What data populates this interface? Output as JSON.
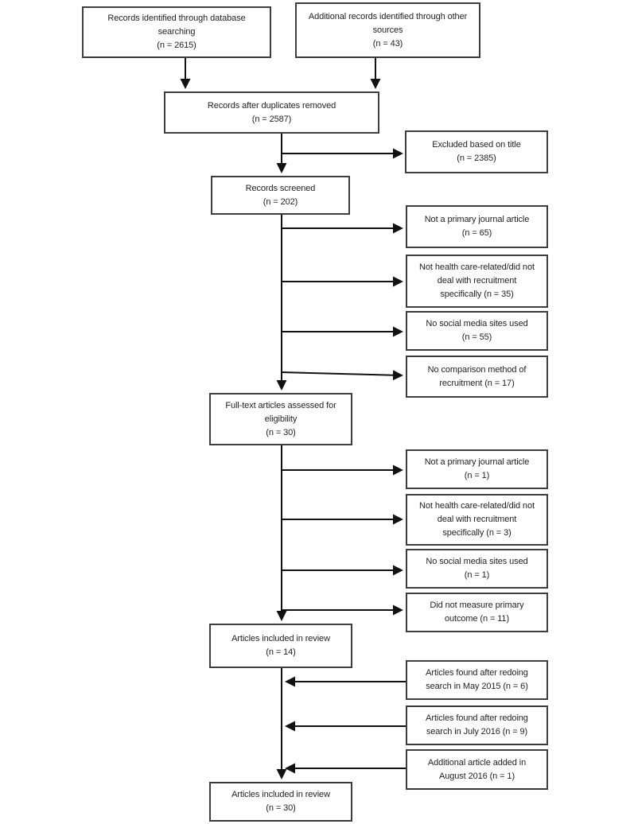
{
  "boxes": {
    "db_search": "Records identified through database\nsearching\n(n = 2615)",
    "other_sources": "Additional records identified through other\nsources\n(n = 43)",
    "duplicates_removed": "Records after duplicates removed\n(n = 2587)",
    "excluded_title": "Excluded based on title\n(n = 2385)",
    "records_screened": "Records screened\n(n = 202)",
    "not_primary_article_65": "Not a primary journal article\n(n = 65)",
    "not_health_related_35": "Not health care-related/did not\ndeal with recruitment\nspecifically (n = 35)",
    "no_social_media_55": "No social media sites used\n(n = 55)",
    "no_comparison_17": "No comparison method of\nrecruitment (n = 17)",
    "fulltext_assessed": "Full-text articles assessed for\neligibility\n(n = 30)",
    "not_primary_article_1": "Not a primary journal article\n(n = 1)",
    "not_health_related_3": "Not health care-related/did not\ndeal with recruitment\nspecifically (n = 3)",
    "no_social_media_1": "No social media sites used\n(n = 1)",
    "no_primary_outcome_11": "Did not measure primary\noutcome (n = 11)",
    "included_review_14": "Articles included in review\n(n = 14)",
    "redoing_may_2015": "Articles found after redoing\nsearch in May 2015 (n = 6)",
    "redoing_july_2016": "Articles found after redoing\nsearch in July 2016 (n = 9)",
    "additional_august_2016": "Additional article added in\nAugust 2016 (n = 1)",
    "included_review_30": "Articles included in review\n(n = 30)"
  },
  "colors": {
    "box_border": "#3d3d3d",
    "text": "#1f1f1f",
    "arrow": "#111111",
    "background": "#ffffff"
  }
}
